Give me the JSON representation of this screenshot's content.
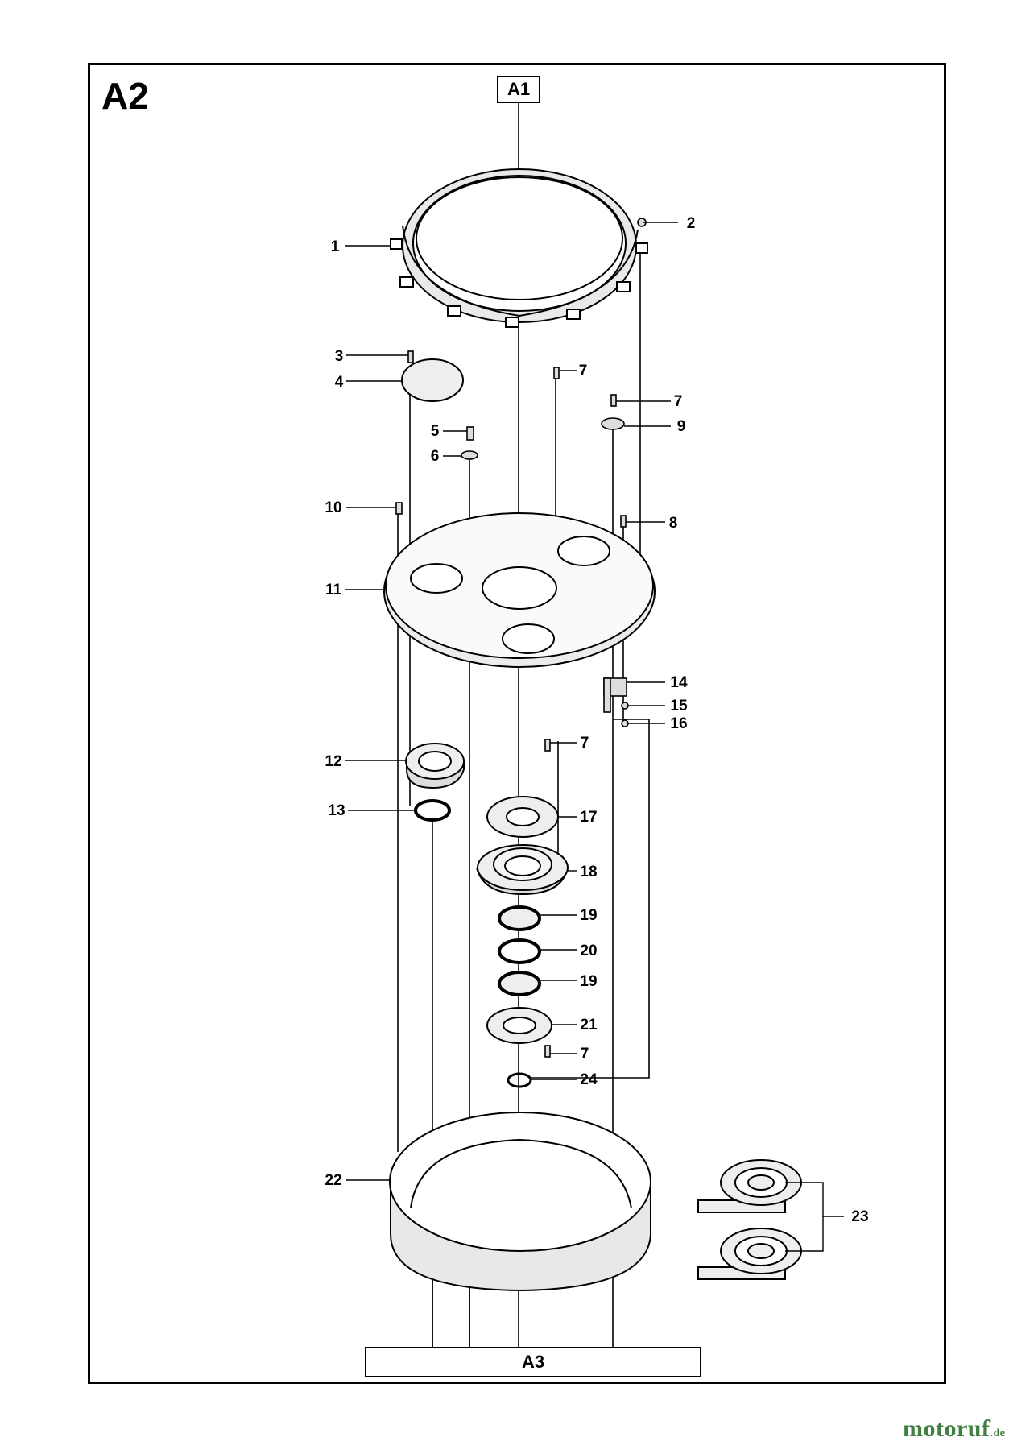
{
  "section": {
    "title": "A2"
  },
  "references": {
    "top": "A1",
    "bottom": "A3"
  },
  "callouts": [
    {
      "id": "c1",
      "label": "1"
    },
    {
      "id": "c2",
      "label": "2"
    },
    {
      "id": "c3",
      "label": "3"
    },
    {
      "id": "c4",
      "label": "4"
    },
    {
      "id": "c7a",
      "label": "7"
    },
    {
      "id": "c7b",
      "label": "7"
    },
    {
      "id": "c9",
      "label": "9"
    },
    {
      "id": "c5",
      "label": "5"
    },
    {
      "id": "c6",
      "label": "6"
    },
    {
      "id": "c10",
      "label": "10"
    },
    {
      "id": "c8",
      "label": "8"
    },
    {
      "id": "c11",
      "label": "11"
    },
    {
      "id": "c14",
      "label": "14"
    },
    {
      "id": "c15",
      "label": "15"
    },
    {
      "id": "c16",
      "label": "16"
    },
    {
      "id": "c7c",
      "label": "7"
    },
    {
      "id": "c12",
      "label": "12"
    },
    {
      "id": "c13",
      "label": "13"
    },
    {
      "id": "c17",
      "label": "17"
    },
    {
      "id": "c18",
      "label": "18"
    },
    {
      "id": "c19a",
      "label": "19"
    },
    {
      "id": "c20",
      "label": "20"
    },
    {
      "id": "c19b",
      "label": "19"
    },
    {
      "id": "c21",
      "label": "21"
    },
    {
      "id": "c7d",
      "label": "7"
    },
    {
      "id": "c24",
      "label": "24"
    },
    {
      "id": "c22",
      "label": "22"
    },
    {
      "id": "c23",
      "label": "23"
    }
  ],
  "watermark": {
    "name": "motoruf",
    "tld": ".de"
  },
  "colors": {
    "line": "#000000",
    "part_fill": "#e6e6e6",
    "watermark": "#3f7f3f"
  }
}
